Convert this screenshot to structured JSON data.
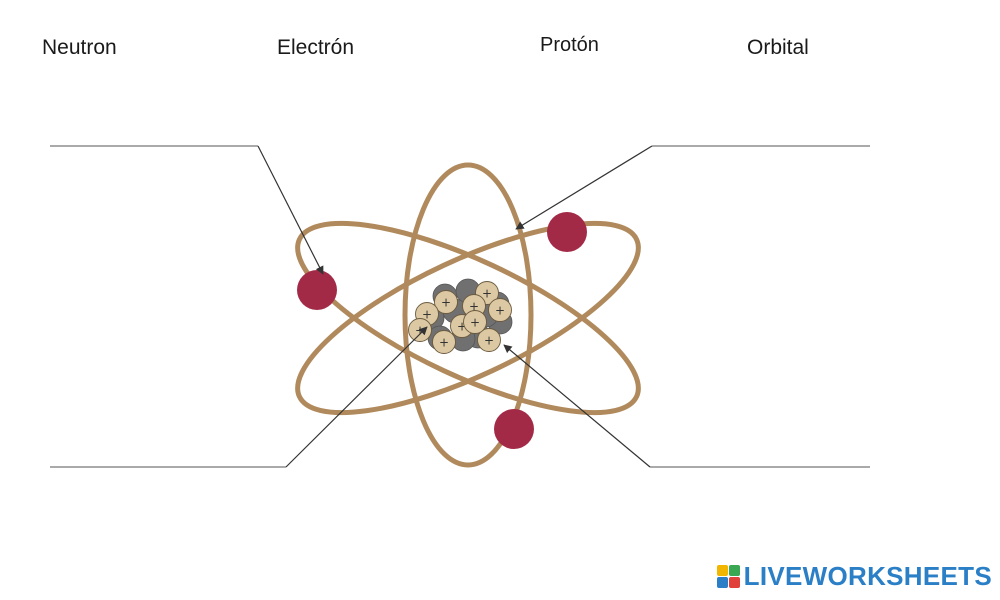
{
  "word_bank": [
    {
      "id": "neutron",
      "label": "Neutron"
    },
    {
      "id": "electron",
      "label": "Electrón"
    },
    {
      "id": "proton",
      "label": "Protón"
    },
    {
      "id": "orbital",
      "label": "Orbital"
    }
  ],
  "answer_slots": [
    {
      "id": "top-left",
      "value": ""
    },
    {
      "id": "top-right",
      "value": ""
    },
    {
      "id": "bottom-left",
      "value": ""
    },
    {
      "id": "bottom-right",
      "value": ""
    }
  ],
  "nucleus": {
    "proton_symbol": "+"
  },
  "colors": {
    "orbit": "#b08a5c",
    "electron": "#a32a46",
    "proton": "#dcc8a3",
    "neutron": "#707070",
    "pointer": "#333333",
    "brand": "#2a7fc6"
  },
  "branding": {
    "name": "LIVEWORKSHEETS"
  }
}
